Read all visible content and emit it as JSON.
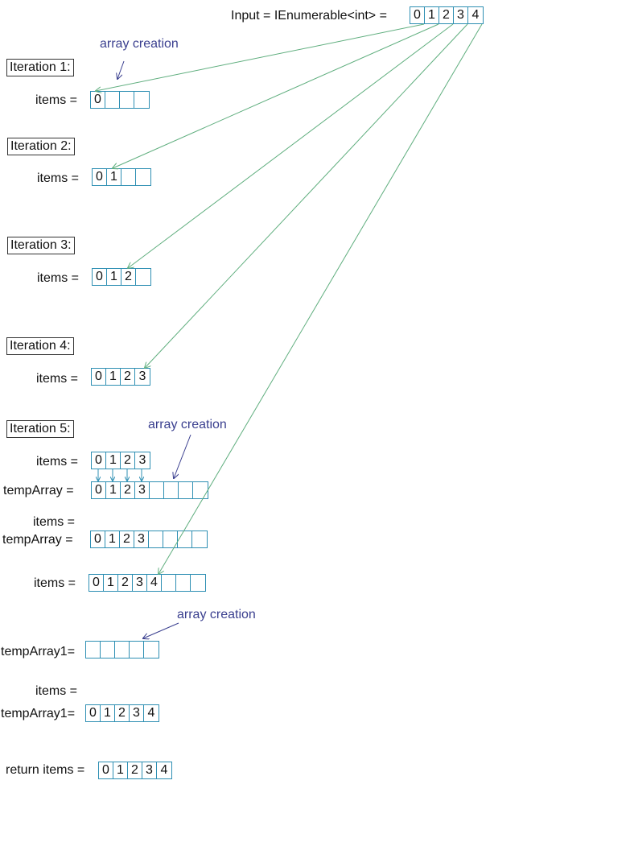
{
  "header": {
    "label": "Input = IEnumerable<int> =",
    "input": [
      "0",
      "1",
      "2",
      "3",
      "4"
    ]
  },
  "annotations": {
    "array_creation": "array creation"
  },
  "iterations": [
    {
      "title": "Iteration 1:",
      "items_label": "items =",
      "items": [
        "0",
        "",
        "",
        ""
      ]
    },
    {
      "title": "Iteration 2:",
      "items_label": "items =",
      "items": [
        "0",
        "1",
        "",
        ""
      ]
    },
    {
      "title": "Iteration 3:",
      "items_label": "items =",
      "items": [
        "0",
        "1",
        "2",
        ""
      ]
    },
    {
      "title": "Iteration 4:",
      "items_label": "items =",
      "items": [
        "0",
        "1",
        "2",
        "3"
      ]
    },
    {
      "title": "Iteration 5:",
      "items_label": "items =",
      "items": [
        "0",
        "1",
        "2",
        "3"
      ]
    }
  ],
  "iteration5": {
    "temp_label": "tempArray =",
    "temp": [
      "0",
      "1",
      "2",
      "3",
      "",
      "",
      "",
      ""
    ],
    "assign_line1": "items =",
    "assign_line2": "tempArray =",
    "assigned": [
      "0",
      "1",
      "2",
      "3",
      "",
      "",
      "",
      ""
    ],
    "items_label": "items =",
    "items_after": [
      "0",
      "1",
      "2",
      "3",
      "4",
      "",
      "",
      ""
    ]
  },
  "final": {
    "temp1_label": "tempArray1=",
    "temp1": [
      "",
      "",
      "",
      "",
      ""
    ],
    "assign_line1": "items =",
    "assign_line2": "tempArray1=",
    "assigned": [
      "0",
      "1",
      "2",
      "3",
      "4"
    ],
    "return_label": "return items =",
    "returned": [
      "0",
      "1",
      "2",
      "3",
      "4"
    ]
  },
  "colors": {
    "arrow": "#5fae7e",
    "annotation": "#3a3f8f",
    "cell_border": "#2e8fb3"
  }
}
